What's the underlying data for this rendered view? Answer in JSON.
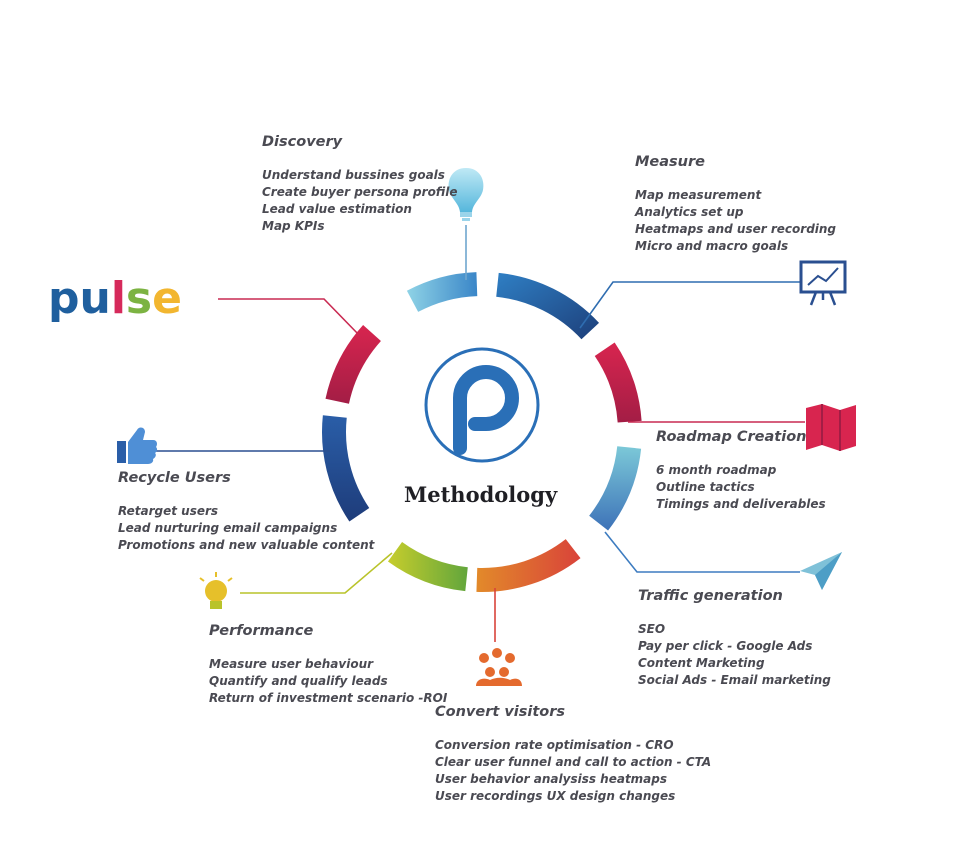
{
  "logo": {
    "text": "pulse",
    "colors": [
      "#1f5f9e",
      "#d62a5b",
      "#7cb342",
      "#f2b630"
    ]
  },
  "center": {
    "label": "Methodology",
    "accent": "#2a6fb7"
  },
  "sections": {
    "discovery": {
      "title": "Discovery",
      "items": [
        "Understand bussines goals",
        "Create buyer persona profile",
        "Lead value estimation",
        "Map KPIs"
      ],
      "icon": "lightbulb-icon"
    },
    "measure": {
      "title": "Measure",
      "items": [
        "Map measurement",
        "Analytics set up",
        "Heatmaps and user recording",
        "Micro and macro goals"
      ],
      "icon": "presentation-chart-icon"
    },
    "roadmap": {
      "title": "Roadmap Creation",
      "items": [
        "6 month roadmap",
        "Outline tactics",
        "Timings and deliverables"
      ],
      "icon": "map-icon"
    },
    "traffic": {
      "title": "Traffic generation",
      "items": [
        "SEO",
        "Pay per click - Google Ads",
        "Content Marketing",
        "Social Ads - Email marketing"
      ],
      "icon": "paper-plane-icon"
    },
    "convert": {
      "title": "Convert visitors",
      "items": [
        "Conversion rate optimisation - CRO",
        "Clear user funnel and call to action - CTA",
        "User behavior analysiss heatmaps",
        "User recordings UX design changes"
      ],
      "icon": "people-group-icon"
    },
    "performance": {
      "title": "Performance",
      "items": [
        "Measure user behaviour",
        "Quantify and qualify leads",
        "Return of investment scenario -ROI"
      ],
      "icon": "bulb-ideas-icon"
    },
    "recycle": {
      "title": "Recycle Users",
      "items": [
        "Retarget users",
        "Lead nurturing email campaigns",
        "Promotions and new valuable content"
      ],
      "icon": "thumbs-up-icon"
    }
  }
}
